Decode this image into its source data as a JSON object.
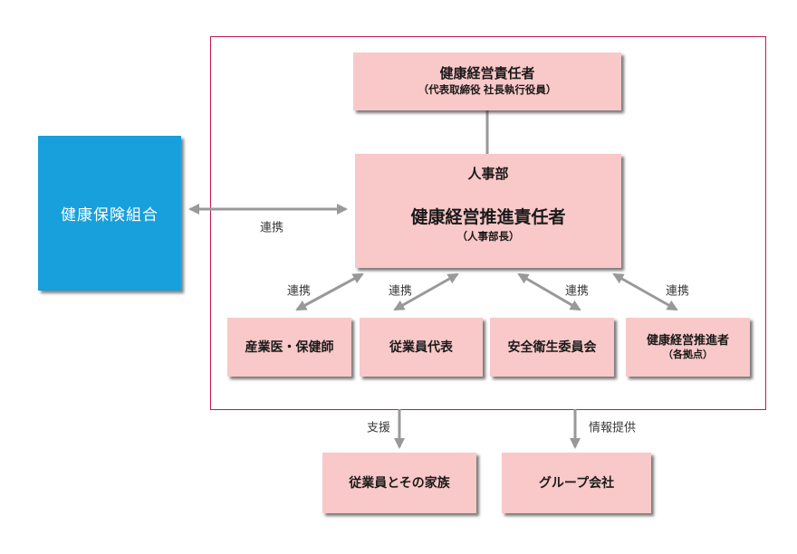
{
  "diagram": {
    "title_none_visible": "",
    "colors": {
      "box_pink": "#f9c8c8",
      "box_blue": "#18a0dc",
      "boundary_border": "#c31952",
      "arrow_gray": "#999999",
      "label_text": "#3a3a3a"
    },
    "boxes": {
      "insurance": {
        "label": "健康保険組合"
      },
      "executive": {
        "title": "健康経営責任者",
        "subtitle": "（代表取締役 社長執行役員）"
      },
      "hr": {
        "dept": "人事部",
        "title": "健康経営推進責任者",
        "subtitle": "（人事部長）"
      },
      "row": [
        {
          "label": "産業医・保健師"
        },
        {
          "label": "従業員代表"
        },
        {
          "label": "安全衛生委員会"
        },
        {
          "label": "健康経営推進者",
          "sublabel": "（各拠点）"
        }
      ],
      "bottom": [
        {
          "label": "従業員とその家族"
        },
        {
          "label": "グループ会社"
        }
      ]
    },
    "labels": {
      "renkei": "連携",
      "shien": "支援",
      "joho_teikyo": "情報提供"
    }
  }
}
